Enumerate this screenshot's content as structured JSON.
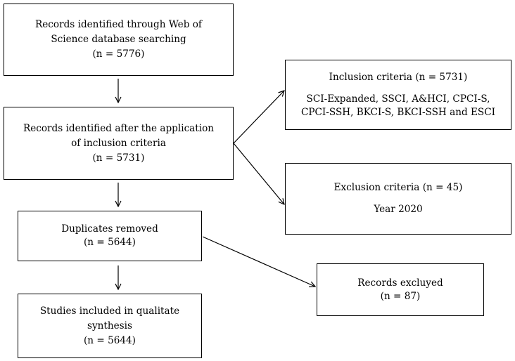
{
  "flow": {
    "identified": {
      "line1": "Records identified through Web of",
      "line2": "Science database searching",
      "line3": "(n = 5776)"
    },
    "after_inclusion": {
      "line1": "Records identified after the application",
      "line2": "of inclusion criteria",
      "line3": "(n = 5731)"
    },
    "duplicates": {
      "line1": "Duplicates removed",
      "line2": "(n = 5644)"
    },
    "included": {
      "line1": "Studies included in qualitate",
      "line2": "synthesis",
      "line3": "(n = 5644)"
    }
  },
  "side": {
    "inclusion": {
      "title": "Inclusion criteria (n = 5731)",
      "line1": "SCI-Expanded, SSCI, A&HCI, CPCI-S,",
      "line2": "CPCI-SSH, BKCI-S, BKCI-SSH and ESCI"
    },
    "exclusion": {
      "title": "Exclusion criteria (n = 45)",
      "line1": "Year 2020"
    },
    "excluded": {
      "line1": "Records excluyed",
      "line2": "(n = 87)"
    }
  },
  "colors": {
    "stroke": "#000000",
    "background": "#ffffff"
  }
}
